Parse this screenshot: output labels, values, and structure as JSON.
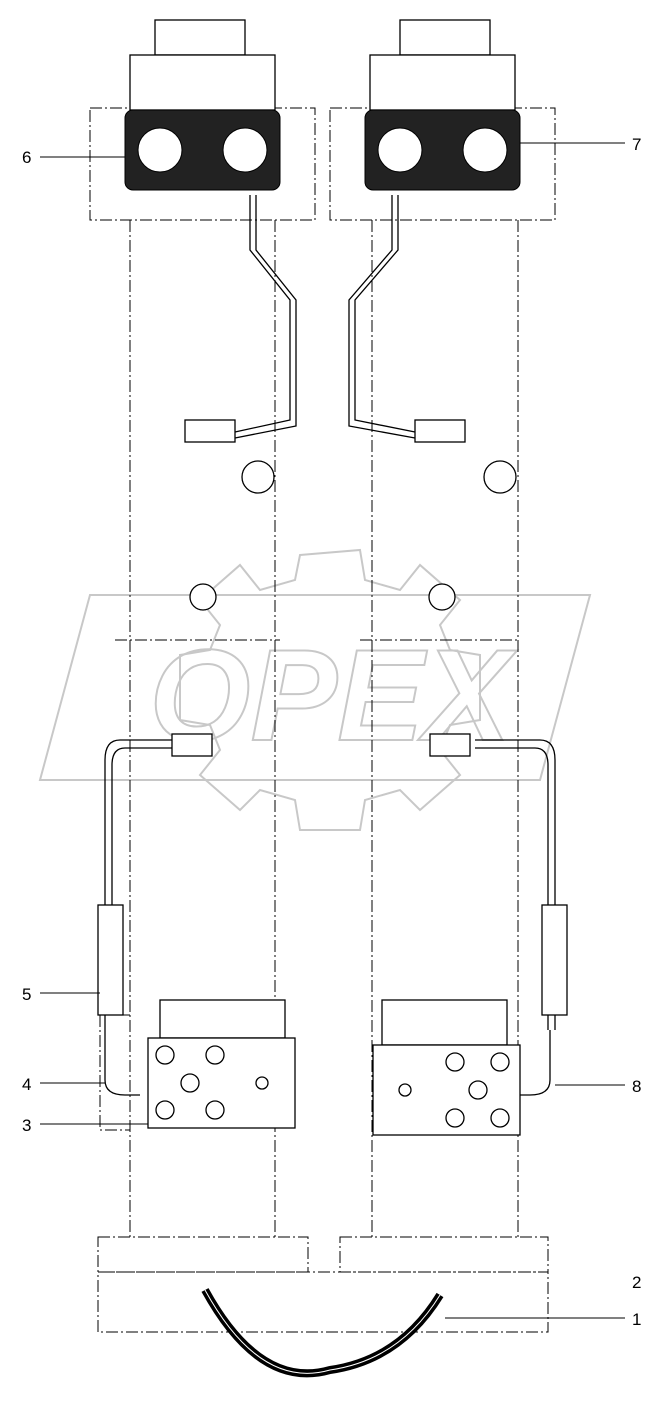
{
  "diagram": {
    "watermark": "OPEX",
    "callouts": [
      {
        "id": "1",
        "label": "1"
      },
      {
        "id": "2",
        "label": "2"
      },
      {
        "id": "3",
        "label": "3"
      },
      {
        "id": "4",
        "label": "4"
      },
      {
        "id": "5",
        "label": "5"
      },
      {
        "id": "6",
        "label": "6"
      },
      {
        "id": "7",
        "label": "7"
      },
      {
        "id": "8",
        "label": "8"
      }
    ],
    "colors": {
      "line": "#000000",
      "watermark": "#c8c8c8"
    }
  }
}
